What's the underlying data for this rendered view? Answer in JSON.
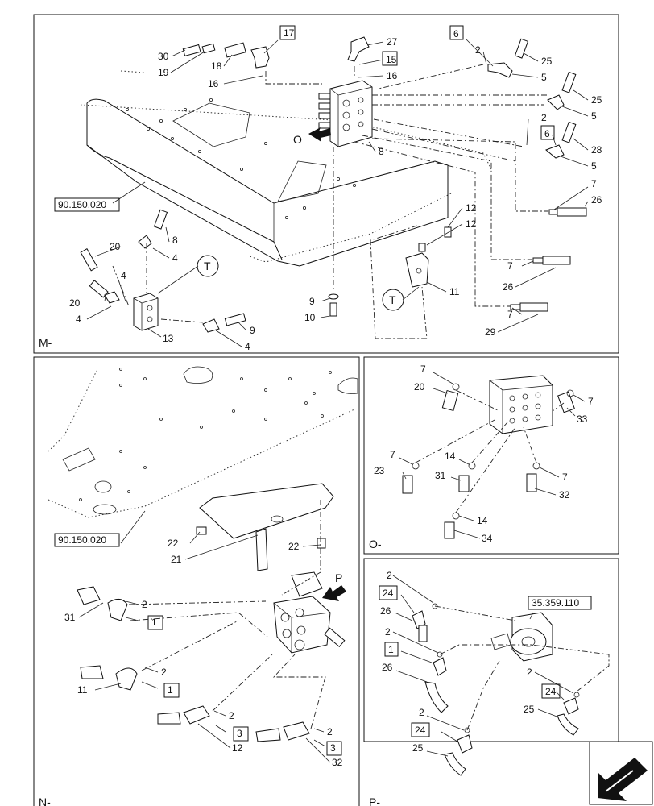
{
  "panels": {
    "m": "M-",
    "n": "N-",
    "o": "O-",
    "p": "P-"
  },
  "refs": {
    "ref_m": "90.150.020",
    "ref_n": "90.150.020",
    "ref_p": "35.359.110"
  },
  "view_markers": {
    "o": "O",
    "p": "P",
    "t1": "T",
    "t2": "T"
  },
  "callouts_m": [
    "30",
    "19",
    "18",
    "17",
    "16",
    "27",
    "15",
    "16",
    "6",
    "2",
    "25",
    "5",
    "25",
    "5",
    "2",
    "6",
    "28",
    "5",
    "7",
    "26",
    "8",
    "O",
    "12",
    "12",
    "7",
    "26",
    "11",
    "7",
    "29",
    "9",
    "10",
    "20",
    "8",
    "4",
    "20",
    "4",
    "4",
    "13",
    "9",
    "4"
  ],
  "callouts_n": [
    "22",
    "21",
    "22",
    "2",
    "31",
    "1",
    "2",
    "11",
    "1",
    "2",
    "3",
    "12",
    "2",
    "3",
    "32"
  ],
  "callouts_o": [
    "7",
    "20",
    "7",
    "33",
    "7",
    "14",
    "23",
    "31",
    "7",
    "32",
    "14",
    "34"
  ],
  "callouts_p": [
    "2",
    "24",
    "26",
    "2",
    "1",
    "26",
    "2",
    "24",
    "25",
    "2",
    "24",
    "25"
  ],
  "icons": {
    "corner_arrow": "next-page-arrow-icon"
  }
}
